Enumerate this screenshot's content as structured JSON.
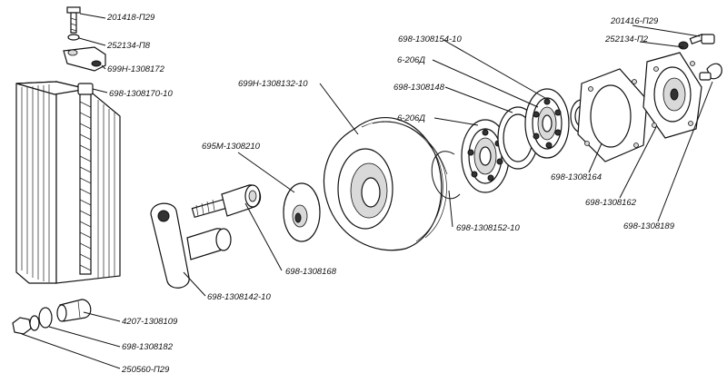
{
  "labels": {
    "bolt_left": "201418-П29",
    "washer_left": "252134-П8",
    "plate_left": "699Н-1308172",
    "shaft_top": "698-1308170-10",
    "pulley": "699Н-1308132-10",
    "disc": "695М-1308210",
    "spacer_top": "698-1308154-10",
    "bearing_top": "6-206Д",
    "ring_mid": "698-1308148",
    "bearing_mid": "6-206Д",
    "bolt_right": "201416-П29",
    "washer_right": "252134-П2",
    "cover_inner": "698-1308164",
    "cover_outer": "698-1308162",
    "fitting": "698-1308189",
    "snap_ring": "698-1308152-10",
    "axle": "698-1308168",
    "lever": "698-1308142-10",
    "tip": "4207-1308109",
    "washer_bottom": "698-1308182",
    "nut": "250560-П29"
  }
}
